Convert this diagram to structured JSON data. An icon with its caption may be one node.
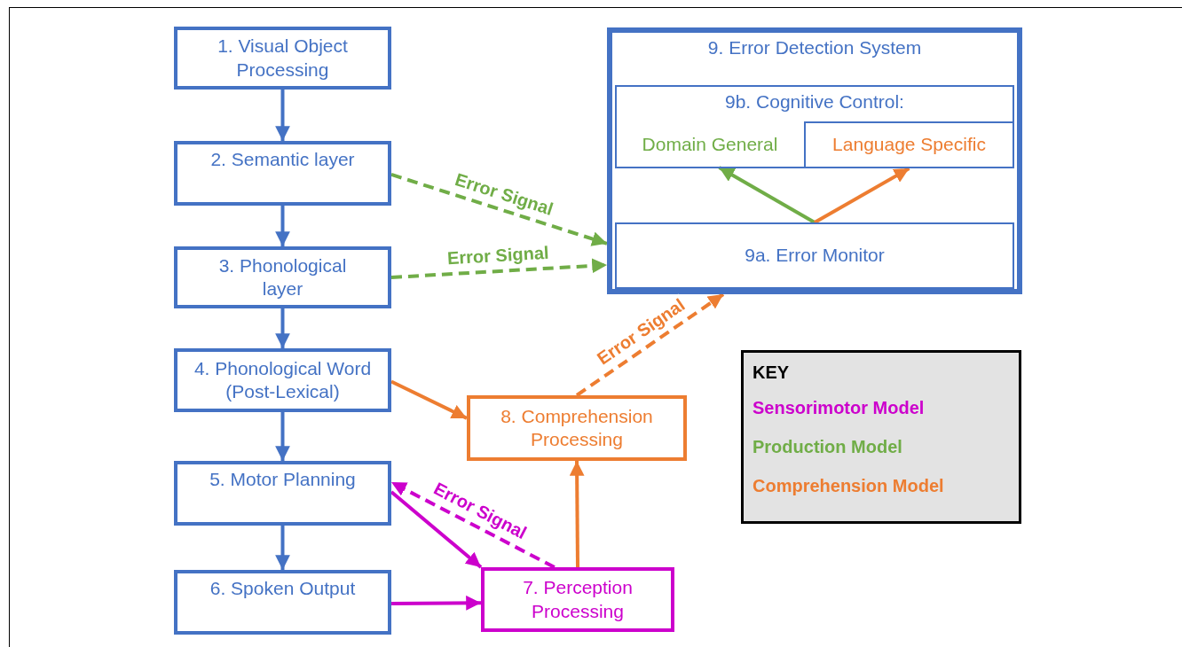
{
  "diagram": {
    "nodes": [
      {
        "text": [
          "1. Visual Object Processing"
        ]
      },
      {
        "text": [
          "2. Semantic layer"
        ]
      },
      {
        "text": [
          "3. Phonological layer"
        ]
      },
      {
        "text": [
          "4. Phonological Word (Post-Lexical)"
        ]
      },
      {
        "text": [
          "5. Motor Planning"
        ]
      },
      {
        "text": [
          "6. Spoken Output"
        ]
      },
      {
        "text": [
          "7. Perception Processing"
        ]
      },
      {
        "text": [
          "8. Comprehension Processing"
        ]
      },
      {
        "text": [
          "9. Error Detection System"
        ]
      },
      {
        "text": [
          "9b. Cognitive Control:"
        ],
        "in": 8
      },
      {
        "text": [
          "Domain General"
        ],
        "in": 9
      },
      {
        "text": [
          "Language Specific"
        ],
        "in": 9
      },
      {
        "text": [
          "9a. Error Monitor"
        ],
        "in": 8
      }
    ],
    "edges": [
      {
        "from": 0,
        "to": 1,
        "arrow": "to"
      },
      {
        "from": 1,
        "to": 2,
        "arrow": "to"
      },
      {
        "from": 2,
        "to": 3,
        "arrow": "to"
      },
      {
        "from": 3,
        "to": 4,
        "arrow": "to"
      },
      {
        "from": 4,
        "to": 5,
        "arrow": "to"
      },
      {
        "from": 1,
        "to": 8,
        "arrow": "to",
        "label": "Error Signal",
        "style": "dashed",
        "color": "#70ad47"
      },
      {
        "from": 2,
        "to": 8,
        "arrow": "to",
        "label": "Error Signal",
        "style": "dashed",
        "color": "#70ad47"
      },
      {
        "from": 3,
        "to": 7,
        "arrow": "to",
        "color": "#ed7d31"
      },
      {
        "from": 4,
        "to": 6,
        "arrow": "to",
        "color": "#cc00cc"
      },
      {
        "from": 5,
        "to": 6,
        "arrow": "to",
        "color": "#cc00cc"
      },
      {
        "from": 6,
        "to": 4,
        "arrow": "to",
        "label": "Error Signal",
        "style": "dashed",
        "color": "#cc00cc"
      },
      {
        "from": 6,
        "to": 7,
        "arrow": "to",
        "color": "#ed7d31"
      },
      {
        "from": 7,
        "to": 8,
        "arrow": "to",
        "label": "Error Signal",
        "style": "dashed",
        "color": "#ed7d31"
      },
      {
        "from": 12,
        "to": 10,
        "arrow": "to",
        "color": "#70ad47"
      },
      {
        "from": 12,
        "to": 11,
        "arrow": "to",
        "color": "#ed7d31"
      }
    ],
    "labels": [
      "KEY"
    ],
    "legend": [
      {
        "text": "Sensorimotor Model",
        "color": "#cc00cc"
      },
      {
        "text": "Production Model",
        "color": "#70ad47"
      },
      {
        "text": "Comprehension Model",
        "color": "#ed7d31"
      }
    ]
  }
}
